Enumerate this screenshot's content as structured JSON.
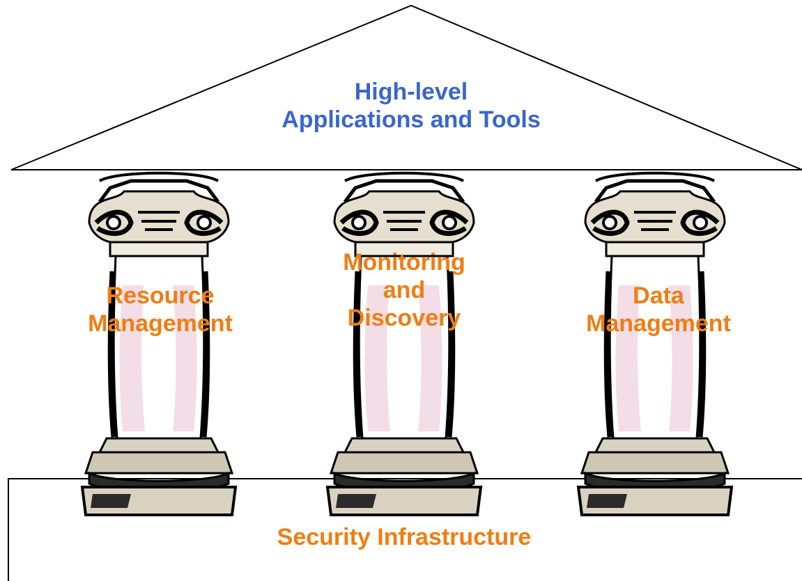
{
  "roof": {
    "line1": "High-level",
    "line2": "Applications and Tools"
  },
  "pillars": [
    {
      "line1": "Resource",
      "line2": "Management"
    },
    {
      "line1": "Monitoring",
      "line2": "and",
      "line3": "Discovery"
    },
    {
      "line1": "Data",
      "line2": "Management"
    }
  ],
  "foundation": {
    "label": "Security Infrastructure"
  },
  "colors": {
    "roof_text": "#3a66cc",
    "pillar_text": "#f07d12",
    "outline": "#000000",
    "pillar_tint": "#f3dde6",
    "stone": "#cfc7b4"
  }
}
